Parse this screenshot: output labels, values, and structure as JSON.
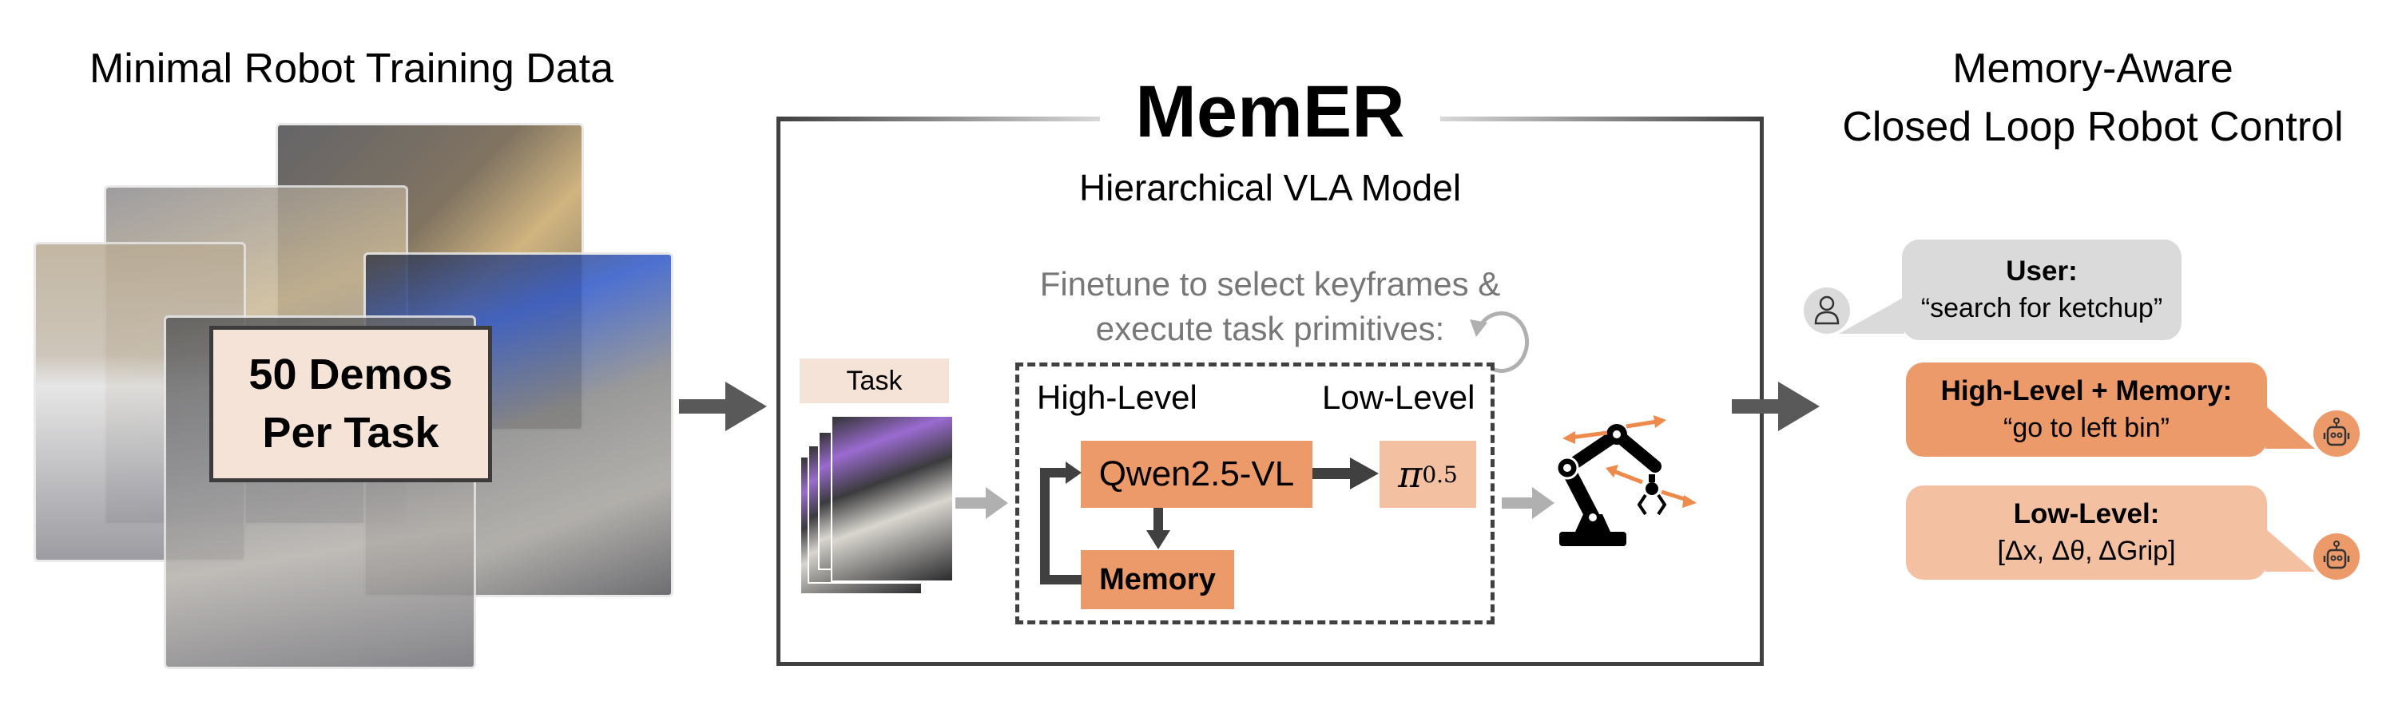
{
  "left_panel": {
    "title": "Minimal Robot Training Data",
    "demos_line1": "50 Demos",
    "demos_line2": "Per Task"
  },
  "center_panel": {
    "title": "MemER",
    "subtitle": "Hierarchical VLA Model",
    "finetune_line1": "Finetune to select keyframes &",
    "finetune_line2": "execute task primitives:",
    "task_label": "Task",
    "high_level_label": "High-Level",
    "low_level_label": "Low-Level",
    "qwen_label": "Qwen2.5-VL",
    "pi_symbol": "π",
    "pi_subscript": "0.5",
    "memory_label": "Memory"
  },
  "right_panel": {
    "title_line1": "Memory-Aware",
    "title_line2": "Closed Loop Robot Control",
    "messages": [
      {
        "speaker": "User:",
        "text": "“search for ketchup”",
        "icon": "user-icon"
      },
      {
        "speaker": "High-Level + Memory:",
        "text": "“go to left bin”",
        "icon": "robot-icon"
      },
      {
        "speaker": "Low-Level:",
        "text": "[Δx, Δθ, ΔGrip]",
        "icon": "robot-icon"
      }
    ]
  },
  "colors": {
    "orange_dark": "#ec9a69",
    "orange_light": "#f3c1a2",
    "peach": "#f6e3d7",
    "gray_bubble": "#dadada",
    "dark_gray": "#404040",
    "arrow_orange": "#ed8a4c"
  }
}
